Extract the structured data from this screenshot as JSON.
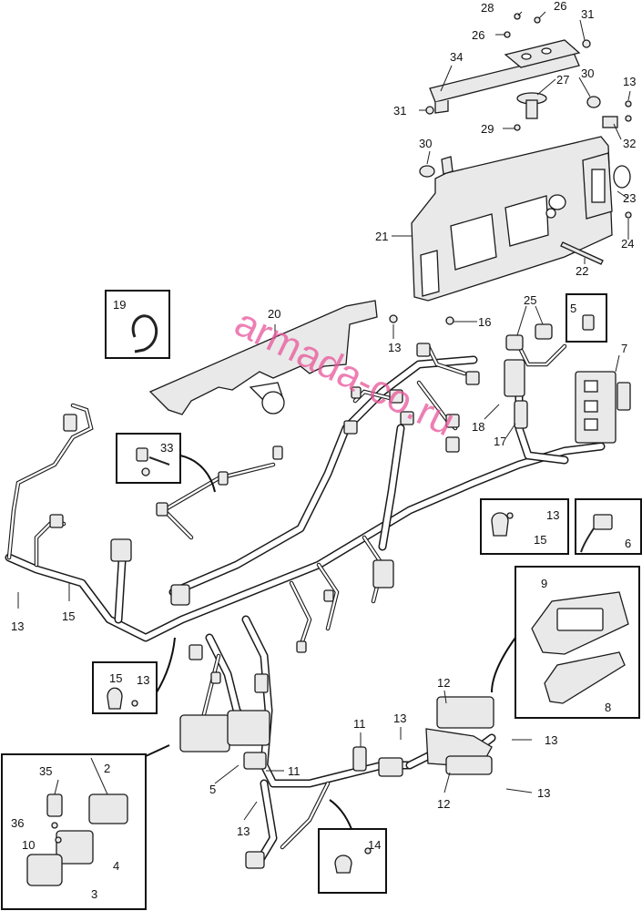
{
  "watermark": "armada-co.ru",
  "callouts": {
    "c28": "28",
    "c26a": "26",
    "c26b": "26",
    "c31a": "31",
    "c34": "34",
    "c27": "27",
    "c30a": "30",
    "c13a": "13",
    "c31b": "31",
    "c29": "29",
    "c32": "32",
    "c30b": "30",
    "c23": "23",
    "c21": "21",
    "c24": "24",
    "c22": "22",
    "c19": "19",
    "c20": "20",
    "c25": "25",
    "c5a": "5",
    "c16": "16",
    "c13b": "13",
    "c7": "7",
    "c33": "33",
    "c18": "18",
    "c17": "17",
    "c13c": "13",
    "c15a": "15",
    "c6": "6",
    "c13d": "13",
    "c15b": "15",
    "c9": "9",
    "c15c": "15",
    "c13e": "13",
    "c8": "8",
    "c12a": "12",
    "c11a": "11",
    "c13f": "13",
    "c13g": "13",
    "c2": "2",
    "c35": "35",
    "c5b": "5",
    "c11b": "11",
    "c12b": "12",
    "c13h": "13",
    "c36": "36",
    "c10": "10",
    "c13i": "13",
    "c4": "4",
    "c14": "14",
    "c3": "3"
  },
  "colors": {
    "line": "#1a1a1a",
    "part_fill": "#e9e9e9",
    "watermark": "#e8559a"
  }
}
